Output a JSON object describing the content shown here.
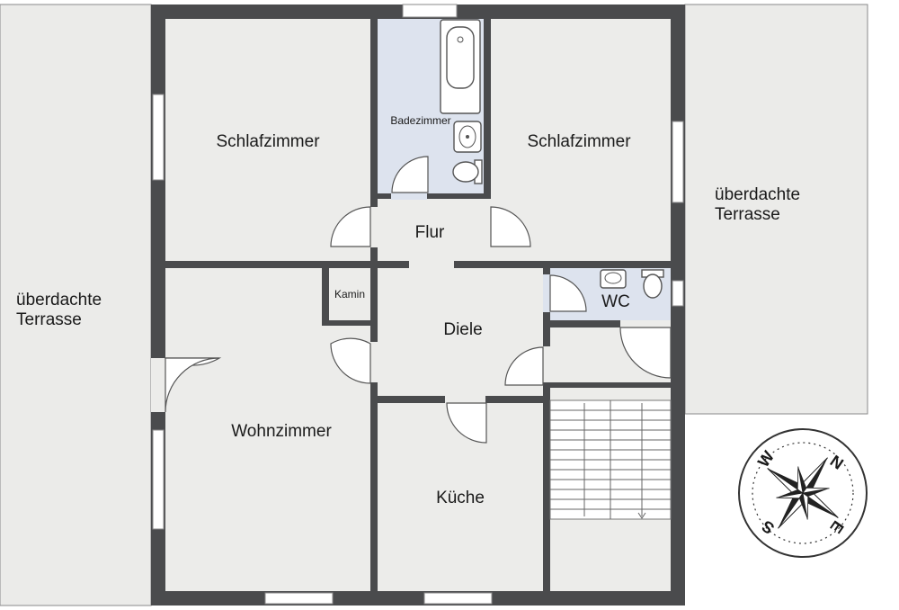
{
  "rooms": {
    "terrace_left_line1": "überdachte",
    "terrace_left_line2": "Terrasse",
    "terrace_right_line1": "überdachte",
    "terrace_right_line2": "Terrasse",
    "bedroom_left": "Schlafzimmer",
    "bedroom_right": "Schlafzimmer",
    "bathroom": "Badezimmer",
    "hallway": "Flur",
    "fireplace": "Kamin",
    "wc": "WC",
    "entrance_hall": "Diele",
    "living_room": "Wohnzimmer",
    "kitchen": "Küche"
  },
  "compass": {
    "n": "N",
    "e": "E",
    "s": "S",
    "w": "W"
  },
  "colors": {
    "wall": "#4a4b4d",
    "floor": "#ececea",
    "wet_room": "#dde3ee",
    "terrace": "#ebebe9"
  }
}
